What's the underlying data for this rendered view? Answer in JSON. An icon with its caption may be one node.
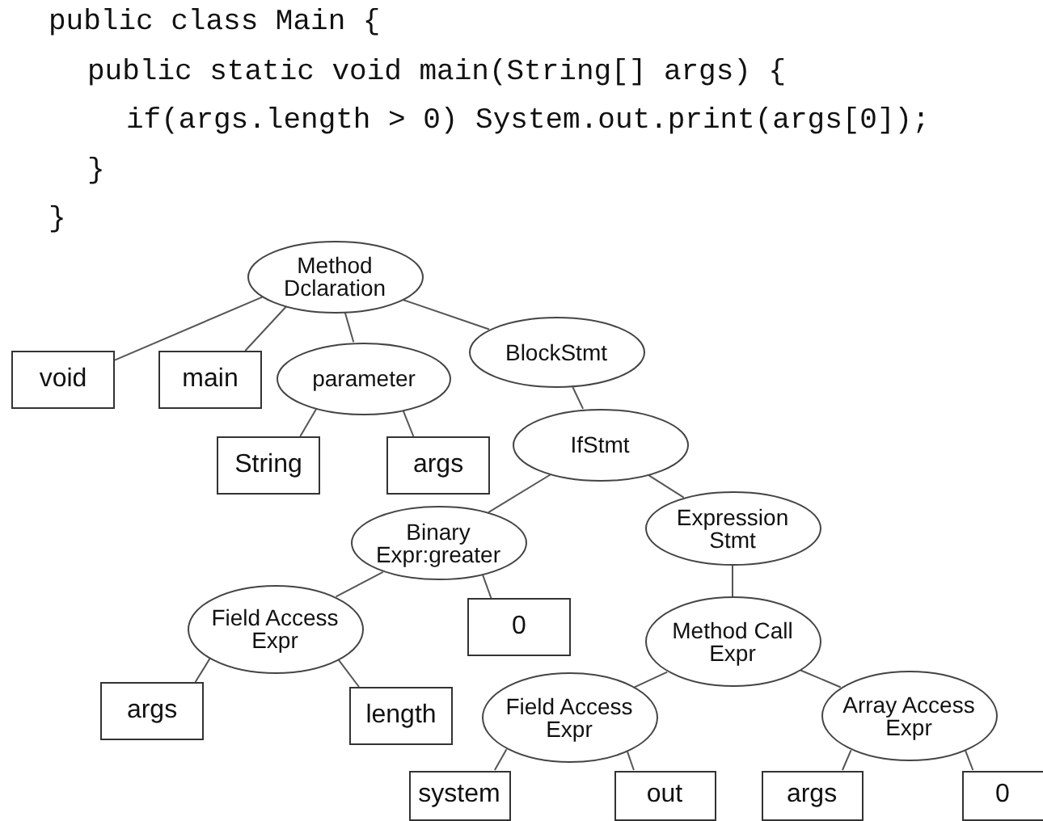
{
  "diagram": {
    "nodes": [
      {
        "text": [
          "Method Dclaration"
        ]
      },
      {
        "text": [
          "void"
        ]
      },
      {
        "text": [
          "main"
        ]
      },
      {
        "text": [
          "parameter"
        ]
      },
      {
        "text": [
          "BlockStmt"
        ]
      },
      {
        "text": [
          "String"
        ]
      },
      {
        "text": [
          "args"
        ]
      },
      {
        "text": [
          "IfStmt"
        ]
      },
      {
        "text": [
          "Binary Expr:greater"
        ]
      },
      {
        "text": [
          "Expression Stmt"
        ]
      },
      {
        "text": [
          "Field Access Expr"
        ]
      },
      {
        "text": [
          "0"
        ]
      },
      {
        "text": [
          "Method Call Expr"
        ]
      },
      {
        "text": [
          "args"
        ]
      },
      {
        "text": [
          "length"
        ]
      },
      {
        "text": [
          "Field Access Expr"
        ]
      },
      {
        "text": [
          "Array Access Expr"
        ]
      },
      {
        "text": [
          "system"
        ]
      },
      {
        "text": [
          "out"
        ]
      },
      {
        "text": [
          "args"
        ]
      },
      {
        "text": [
          "0"
        ]
      }
    ],
    "edges": [
      {
        "from": 0,
        "to": 1,
        "arrow": "none"
      },
      {
        "from": 0,
        "to": 2,
        "arrow": "none"
      },
      {
        "from": 0,
        "to": 3,
        "arrow": "none"
      },
      {
        "from": 0,
        "to": 4,
        "arrow": "none"
      },
      {
        "from": 3,
        "to": 5,
        "arrow": "none"
      },
      {
        "from": 3,
        "to": 6,
        "arrow": "none"
      },
      {
        "from": 4,
        "to": 7,
        "arrow": "none"
      },
      {
        "from": 7,
        "to": 8,
        "arrow": "none"
      },
      {
        "from": 7,
        "to": 9,
        "arrow": "none"
      },
      {
        "from": 8,
        "to": 10,
        "arrow": "none"
      },
      {
        "from": 8,
        "to": 11,
        "arrow": "none"
      },
      {
        "from": 9,
        "to": 12,
        "arrow": "none"
      },
      {
        "from": 10,
        "to": 13,
        "arrow": "none"
      },
      {
        "from": 10,
        "to": 14,
        "arrow": "none"
      },
      {
        "from": 12,
        "to": 15,
        "arrow": "none"
      },
      {
        "from": 12,
        "to": 16,
        "arrow": "none"
      },
      {
        "from": 15,
        "to": 17,
        "arrow": "none"
      },
      {
        "from": 15,
        "to": 18,
        "arrow": "none"
      },
      {
        "from": 16,
        "to": 19,
        "arrow": "none"
      },
      {
        "from": 16,
        "to": 20,
        "arrow": "none"
      }
    ],
    "labels": [
      "public class Main {",
      "public static void main(String[] args) {",
      "if(args.length > 0) System.out.print(args[0]);",
      "}",
      "}"
    ]
  }
}
